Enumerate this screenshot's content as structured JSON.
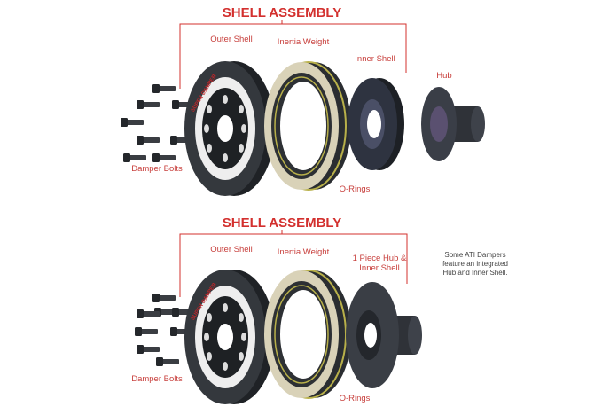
{
  "colors": {
    "accent": "#d3302e",
    "label": "#c8403d",
    "part_dark": "#2f3236",
    "part_light": "#d9d2b8"
  },
  "top": {
    "title": "SHELL ASSEMBLY",
    "labels": {
      "outer_shell": "Outer Shell",
      "inertia_weight": "Inertia Weight",
      "inner_shell": "Inner Shell",
      "hub": "Hub",
      "damper_bolts": "Damper Bolts",
      "o_rings": "O-Rings"
    },
    "brand": "SUPER DAMPER"
  },
  "bottom": {
    "title": "SHELL ASSEMBLY",
    "labels": {
      "outer_shell": "Outer Shell",
      "inertia_weight": "Inertia Weight",
      "hub_line1": "1 Piece Hub &",
      "hub_line2": "Inner Shell",
      "damper_bolts": "Damper Bolts",
      "o_rings": "O-Rings"
    },
    "note": [
      "Some ATI Dampers",
      "feature an integrated",
      "Hub and Inner Shell."
    ],
    "brand": "SUPER DAMPER"
  }
}
